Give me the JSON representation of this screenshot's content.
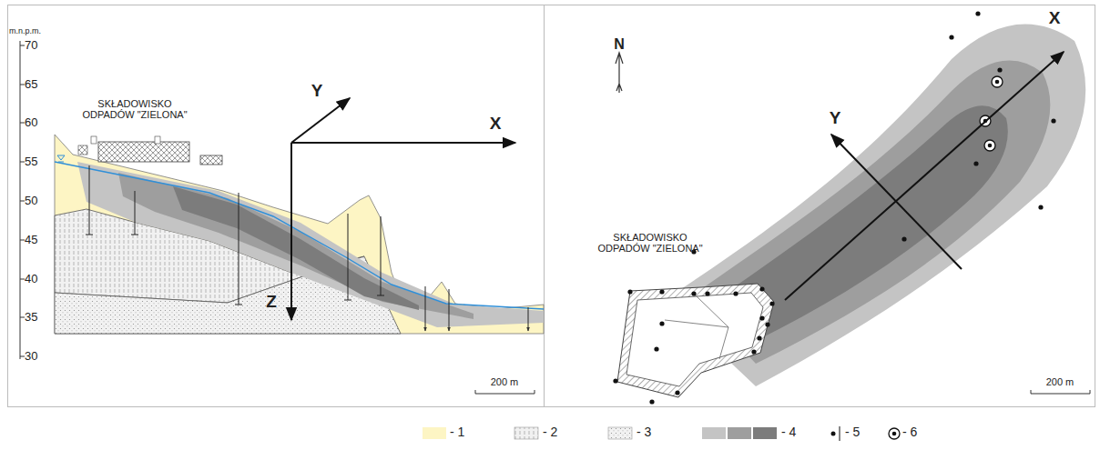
{
  "diagram": {
    "labels": [
      "m.n.p.m.",
      "70",
      "65",
      "60",
      "55",
      "50",
      "45",
      "40",
      "35",
      "30",
      "SKŁADOWISKO ODPADÓW \"ZIELONA\"",
      "Y",
      "X",
      "Z",
      "200 m",
      "N",
      "SKŁADOWISKO ODPADÓW \"ZIELONA\"",
      "Y",
      "X",
      "200 m"
    ],
    "legend": [
      {
        "text": "- 1",
        "color": "#fdf5c4"
      },
      {
        "text": "- 2"
      },
      {
        "text": "- 3"
      },
      {
        "text": "- 4",
        "color": "#9e9e9e"
      },
      {
        "text": "- 5"
      },
      {
        "text": "- 6"
      }
    ]
  }
}
